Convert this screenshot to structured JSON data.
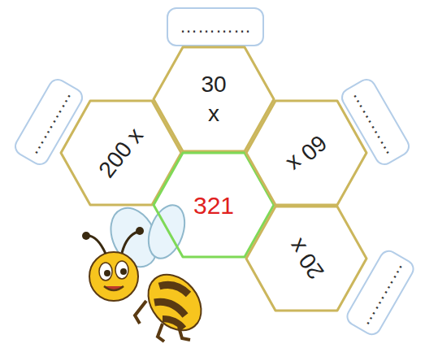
{
  "diagram": {
    "nodes": [
      {
        "text": [
          "…………"
        ]
      },
      {
        "text": [
          "…………"
        ]
      },
      {
        "text": [
          "30 x"
        ]
      },
      {
        "text": [
          "…………"
        ]
      },
      {
        "text": [
          "200 x"
        ]
      },
      {
        "text": [
          "321"
        ]
      },
      {
        "text": [
          "60 x"
        ]
      },
      {
        "text": [
          "20 x"
        ]
      },
      {
        "text": [
          "…………"
        ]
      }
    ]
  }
}
